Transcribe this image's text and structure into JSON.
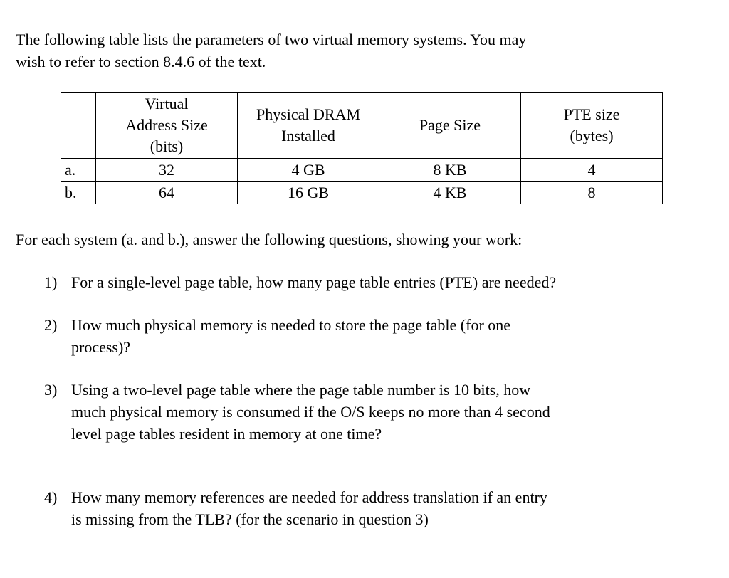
{
  "intro": "The following table lists the parameters of two virtual memory systems.  You may\nwish to refer to section 8.4.6 of the text.",
  "table": {
    "headers": [
      "",
      "Virtual\nAddress Size\n(bits)",
      "Physical DRAM\nInstalled",
      "Page Size",
      "PTE size\n(bytes)"
    ],
    "rows": [
      {
        "label": "a.",
        "cells": [
          "32",
          "4 GB",
          "8 KB",
          "4"
        ]
      },
      {
        "label": "b.",
        "cells": [
          "64",
          "16 GB",
          "4 KB",
          "8"
        ]
      }
    ]
  },
  "middle": "For each system (a. and b.), answer the following questions, showing your work:",
  "questions": [
    {
      "num": "1)",
      "text": "For a single-level page table, how many page table entries (PTE) are needed?"
    },
    {
      "num": "2)",
      "text": "How much physical memory is needed to store the page table (for one\nprocess)?"
    },
    {
      "num": "3)",
      "text": "Using a two-level page table where the page table number is 10 bits, how\nmuch physical memory is consumed if the O/S keeps no more than 4 second\nlevel page tables resident in memory at one time?"
    },
    {
      "num": "4)",
      "text": "How many memory references are needed for address translation if an entry\nis missing from the TLB?  (for the scenario in question 3)"
    }
  ]
}
